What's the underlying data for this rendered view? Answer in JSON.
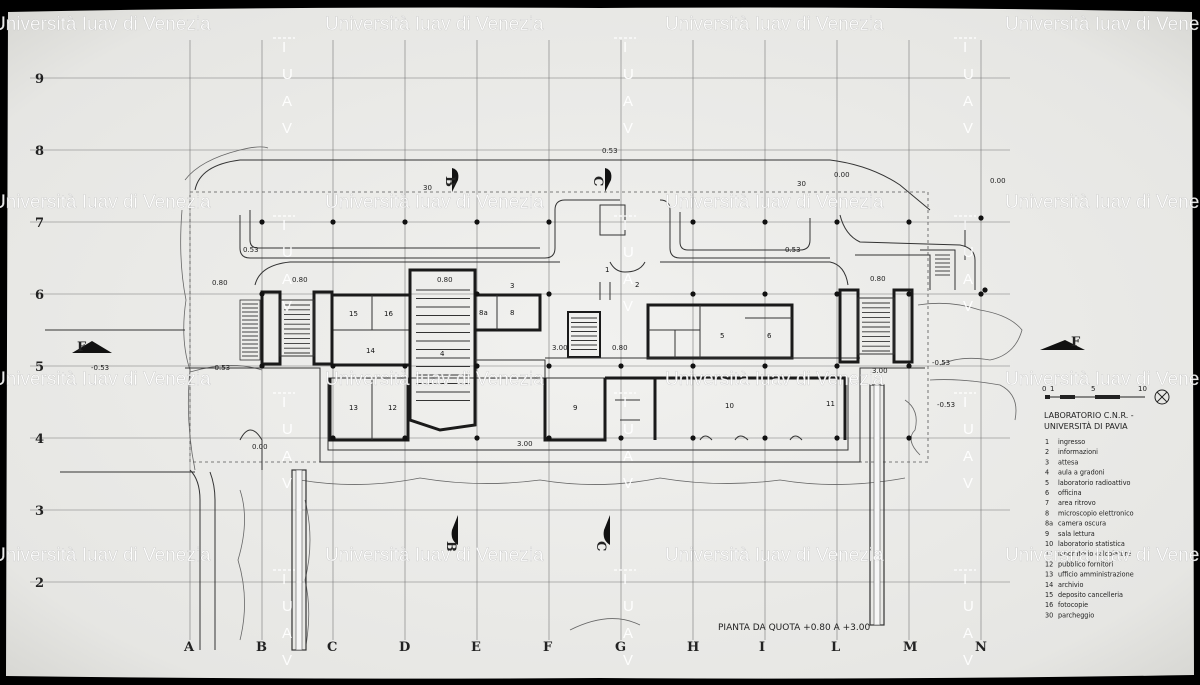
{
  "watermark": {
    "text": "Università Iuav di Venezia",
    "vertical_letters": [
      "I",
      "U",
      "A",
      "V"
    ]
  },
  "grid": {
    "columns": [
      "A",
      "B",
      "C",
      "D",
      "E",
      "F",
      "G",
      "H",
      "I",
      "L",
      "M",
      "N"
    ],
    "rows": [
      "9",
      "8",
      "7",
      "6",
      "5",
      "4",
      "3",
      "2"
    ]
  },
  "section_markers": {
    "b_label": "B",
    "c_label": "C",
    "f_label": "F"
  },
  "levels": {
    "l1": "-0.53",
    "l2": "-0.53",
    "l3": "0.80",
    "l4": "0.80",
    "l5": "0.80",
    "l6": "3.00",
    "l7": "0.80",
    "l8": "3.00",
    "l9": "0.53",
    "l10": "0.53",
    "l11": "0.53",
    "l12": "0.00",
    "l13": "0.00",
    "l14": "-0.53",
    "l15": "-0.53",
    "l16": "0.00",
    "l17": "3.00",
    "l18": "0.80"
  },
  "parking": {
    "p1": "30",
    "p2": "30"
  },
  "rooms": {
    "r1": "1",
    "r2": "2",
    "r3": "3",
    "r4": "4",
    "r5": "5",
    "r6": "6",
    "r8": "8",
    "r8a": "8a",
    "r9": "9",
    "r10": "10",
    "r11": "11",
    "r12": "12",
    "r13": "13",
    "r14": "14",
    "r15": "15",
    "r16": "16"
  },
  "scale": {
    "ticks": [
      "0",
      "1",
      "5",
      "10"
    ]
  },
  "legend": {
    "title_line1": "LABORATORIO C.N.R. -",
    "title_line2": "UNIVERSITÀ DI PAVIA",
    "items": [
      {
        "num": "1",
        "label": "ingresso"
      },
      {
        "num": "2",
        "label": "informazioni"
      },
      {
        "num": "3",
        "label": "attesa"
      },
      {
        "num": "4",
        "label": "aula a gradoni"
      },
      {
        "num": "5",
        "label": "laboratorio radioattivo"
      },
      {
        "num": "6",
        "label": "officina"
      },
      {
        "num": "7",
        "label": "area ritrovo"
      },
      {
        "num": "8",
        "label": "microscopio elettronico"
      },
      {
        "num": "8a",
        "label": "camera oscura"
      },
      {
        "num": "9",
        "label": "sala lettura"
      },
      {
        "num": "10",
        "label": "laboratorio statistica"
      },
      {
        "num": "11",
        "label": "laboratorio calcolatore"
      },
      {
        "num": "12",
        "label": "pubblico fornitori"
      },
      {
        "num": "13",
        "label": "ufficio amministrazione"
      },
      {
        "num": "14",
        "label": "archivio"
      },
      {
        "num": "15",
        "label": "deposito cancelleria"
      },
      {
        "num": "16",
        "label": "fotocopie"
      },
      {
        "num": "30",
        "label": "parcheggio"
      }
    ]
  },
  "caption": "PIANTA DA QUOTA +0.80  A +3.00",
  "colors": {
    "paper": "#ececea",
    "frame": "#000000",
    "ink": "#1a1a1a"
  }
}
